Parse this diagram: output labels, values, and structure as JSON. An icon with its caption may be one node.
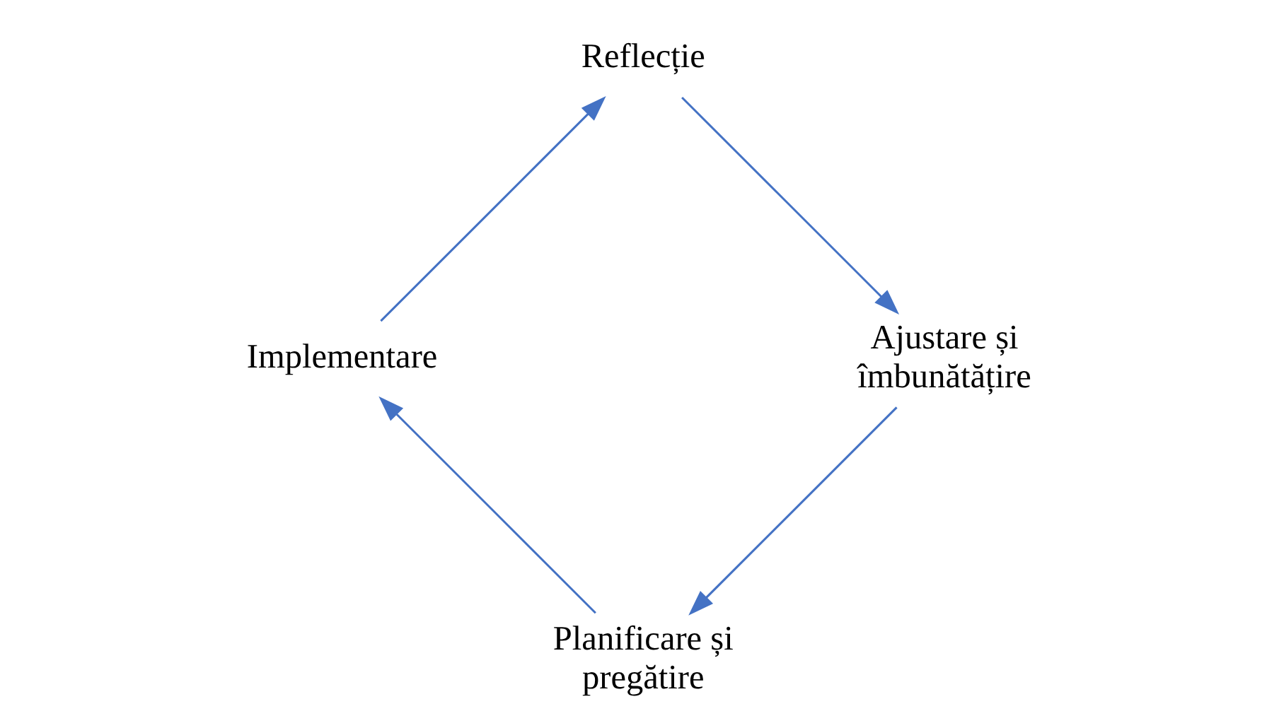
{
  "diagram": {
    "nodes": [
      {
        "text": [
          "Planificare și pregătire"
        ]
      },
      {
        "text": [
          "Implementare"
        ]
      },
      {
        "text": [
          "Reflecție"
        ]
      },
      {
        "text": [
          "Ajustare și îmbunătățire"
        ]
      }
    ],
    "edges": [
      {
        "from": 0,
        "to": 1,
        "arrow": "to"
      },
      {
        "from": 1,
        "to": 2,
        "arrow": "to"
      },
      {
        "from": 2,
        "to": 3,
        "arrow": "to"
      },
      {
        "from": 3,
        "to": 0,
        "arrow": "to"
      }
    ]
  }
}
